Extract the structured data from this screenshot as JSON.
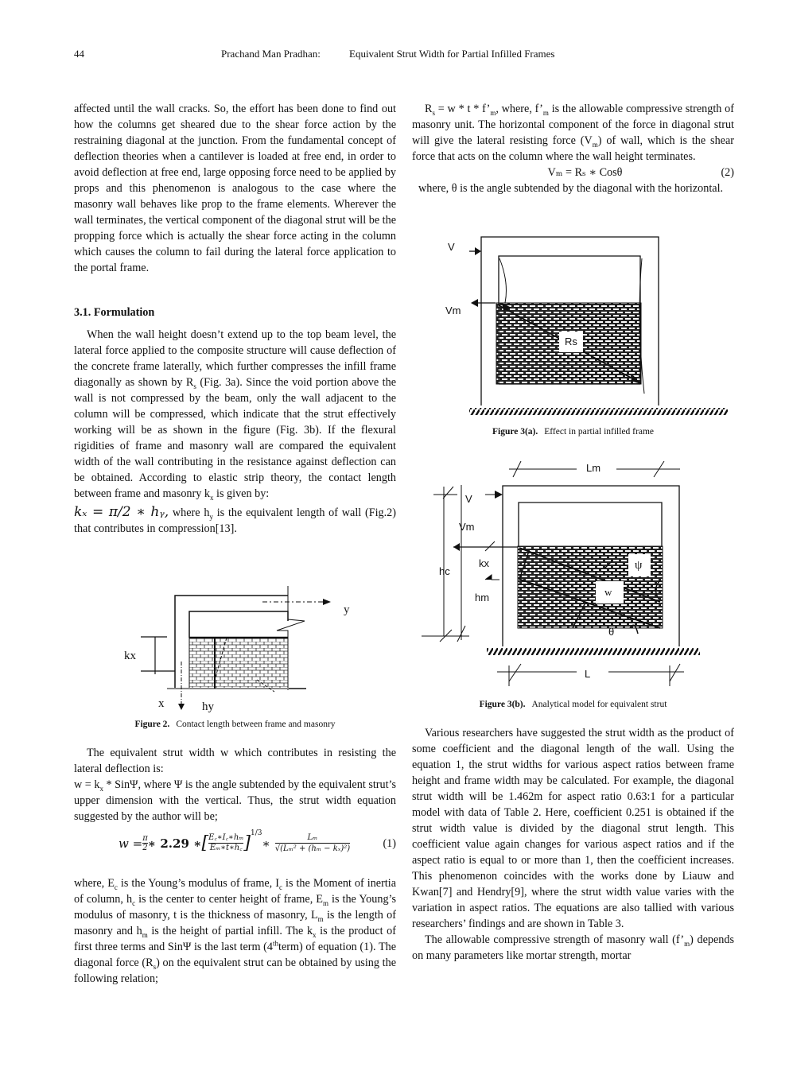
{
  "header": {
    "page_number": "44",
    "author": "Prachand Man Pradhan:",
    "title": "Equivalent Strut Width for Partial Infilled Frames"
  },
  "left": {
    "p1": [
      [
        "affected until the wall cracks. So, the effort has been done to find out how the columns get sheared due to the shear force action by the restraining diagonal at the junction. From the fundamental concept of deflection theories when a cantilever is loaded at free end, in order to avoid deflection at free end, large opposing force need to be applied by props and this phenomenon is analogous to the case where the masonry wall behaves like prop to the frame elements. Wherever the wall terminates, the vertical component of the diagonal strut will be the propping force which is actually the shear force acting in the column which causes the column to fail during the lateral force application to the portal frame.",
        ""
      ]
    ],
    "heading": "3.1. Formulation",
    "p2": [
      [
        "When the wall height doesn’t extend up to the top beam level, the lateral force applied to the composite structure will cause deflection of the concrete frame laterally, which further compresses the infill frame diagonally as shown by R",
        ""
      ],
      [
        "s",
        "sub"
      ],
      [
        " (Fig. 3a). Since the void portion above the wall is not compressed by the beam, only the wall adjacent to the column will be compressed, which indicate that the strut effectively working will be as shown in the figure (Fig. 3b). If the flexural rigidities of frame and masonry wall are compared the equivalent width of the wall contributing in the resistance against deflection can be obtained. According to elastic strip theory, the contact length between frame and masonry k",
        ""
      ],
      [
        "x",
        "sub"
      ],
      [
        " is given by:",
        ""
      ]
    ],
    "eq_kx": "kₓ  = π/2 ∗ hᵧ,",
    "p3": [
      [
        " where h",
        ""
      ],
      [
        "y",
        "sub"
      ],
      [
        " is the equivalent length of wall (Fig.2) that contributes in compression[13].",
        ""
      ]
    ],
    "fig2": {
      "label": "Figure 2.",
      "caption": "Contact length between frame and masonry",
      "y": "y",
      "kx": "kx",
      "x": "x",
      "hy": "hy"
    },
    "p4": [
      [
        "The equivalent strut width w which contributes in resisting the lateral deflection is:",
        ""
      ]
    ],
    "p5": [
      [
        "w = k",
        ""
      ],
      [
        "x",
        "sub"
      ],
      [
        " * SinΨ, where Ψ is the angle subtended by the equivalent strut’s upper dimension with the vertical. Thus, the strut width equation suggested by the author will be;",
        ""
      ]
    ],
    "eq1": {
      "lhs": "w = ",
      "pi": "π",
      "two": "2",
      "mid": " ∗ 2.29 ∗ ",
      "num": "E꜀∗I꜀∗hₘ",
      "den": "Eₘ∗t∗h꜀",
      "exp": "1/3",
      "star": " ∗ ",
      "fnum": "Lₘ",
      "fden": "√(Lₘ² + (hₘ − kₓ)²)",
      "number": "(1)"
    },
    "p6": [
      [
        "where, E",
        ""
      ],
      [
        "c",
        "sub"
      ],
      [
        "  is the Young’s modulus of frame, I",
        ""
      ],
      [
        "c",
        "sub"
      ],
      [
        " is the Moment of inertia of column, h",
        ""
      ],
      [
        "c",
        "sub"
      ],
      [
        "  is the center to center height of frame, E",
        ""
      ],
      [
        "m",
        "sub"
      ],
      [
        " is the Young’s modulus of masonry, t is the thickness of masonry, L",
        ""
      ],
      [
        "m",
        "sub"
      ],
      [
        " is the length of masonry and h",
        ""
      ],
      [
        "m",
        "sub"
      ],
      [
        " is the height of partial infill. The k",
        ""
      ],
      [
        "x",
        "sub"
      ],
      [
        " is the product of first three terms and SinΨ is the last term (4",
        ""
      ],
      [
        "th",
        "sup"
      ],
      [
        "term) of equation (1). The diagonal force (R",
        ""
      ],
      [
        "s",
        "sub"
      ],
      [
        ") on the equivalent strut can be obtained by using the following relation;",
        ""
      ]
    ]
  },
  "right": {
    "p1": [
      [
        "R",
        ""
      ],
      [
        "s",
        "sub"
      ],
      [
        " = w * t * f’",
        ""
      ],
      [
        "m",
        "sub"
      ],
      [
        ", where, f’",
        ""
      ],
      [
        "m",
        "sub"
      ],
      [
        " is the allowable compressive strength of masonry unit. The horizontal component of the force in diagonal strut will give the lateral resisting force (V",
        ""
      ],
      [
        "m",
        "sub"
      ],
      [
        ") of wall, which is the shear force that acts on the column where the wall height terminates.",
        ""
      ]
    ],
    "eq2": {
      "text": "Vₘ = Rₛ ∗ Cosθ",
      "number": "(2)"
    },
    "p2": [
      [
        "where, θ is the angle subtended by the diagonal with the horizontal.",
        ""
      ]
    ],
    "fig3a": {
      "label": "Figure 3(a).",
      "caption": "Effect in partial infilled frame",
      "V": "V",
      "Vm": "Vm",
      "Rs": "Rs"
    },
    "fig3b": {
      "label": "Figure 3(b).",
      "caption": "Analytical model for equivalent strut",
      "Lm": "Lm",
      "V": "V",
      "Vm": "Vm",
      "hc": "hc",
      "kx": "kx",
      "hm": "hm",
      "psi": "ψ",
      "w": "w",
      "theta": "θ",
      "L": "L"
    },
    "p3": [
      [
        "Various researchers have suggested the strut width as the product of some coefficient and the diagonal length of the wall. Using the equation 1, the strut widths for various aspect ratios between frame height and frame width may be calculated. For example, the diagonal strut width will be 1.462m for aspect ratio 0.63:1 for a particular model with data of Table 2. Here, coefficient 0.251 is obtained if the strut width value is divided by the diagonal strut length. This coefficient value again changes for various aspect ratios and if the aspect ratio is equal to or more than 1, then the coefficient increases. This phenomenon coincides with the works done by Liauw and Kwan[7] and Hendry[9], where the strut width value varies with the variation in aspect ratios. The equations are also tallied with various researchers’ findings and are shown in Table 3.",
        ""
      ]
    ],
    "p4": [
      [
        "The allowable compressive strength of masonry wall (f’",
        ""
      ],
      [
        "m",
        "sub"
      ],
      [
        ") depends on many parameters like mortar strength, mortar",
        ""
      ]
    ]
  }
}
